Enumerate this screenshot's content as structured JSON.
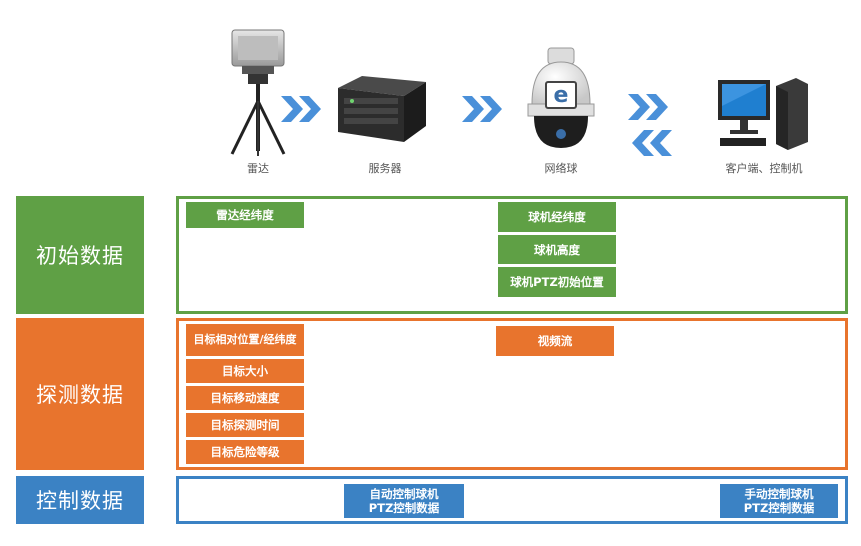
{
  "devices": {
    "radar": "雷达",
    "server": "服务器",
    "dome_camera": "网络球",
    "client": "客户端、控制机"
  },
  "dome_logo_letter": "e",
  "sections": {
    "initial": {
      "label": "初始数据",
      "color": "#5fa045",
      "items_left": [
        "雷达经纬度"
      ],
      "items_right": [
        "球机经纬度",
        "球机高度",
        "球机PTZ初始位置"
      ]
    },
    "detection": {
      "label": "探测数据",
      "color": "#e8742d",
      "items_left": [
        "目标相对位置/经纬度",
        "目标大小",
        "目标移动速度",
        "目标探测时间",
        "目标危险等级"
      ],
      "items_right": [
        "视频流"
      ]
    },
    "control": {
      "label": "控制数据",
      "color": "#3b82c4",
      "auto_line1": "自动控制球机",
      "auto_line2": "PTZ控制数据",
      "manual_line1": "手动控制球机",
      "manual_line2": "PTZ控制数据"
    }
  },
  "colors": {
    "arrow": "#4a90d9"
  }
}
